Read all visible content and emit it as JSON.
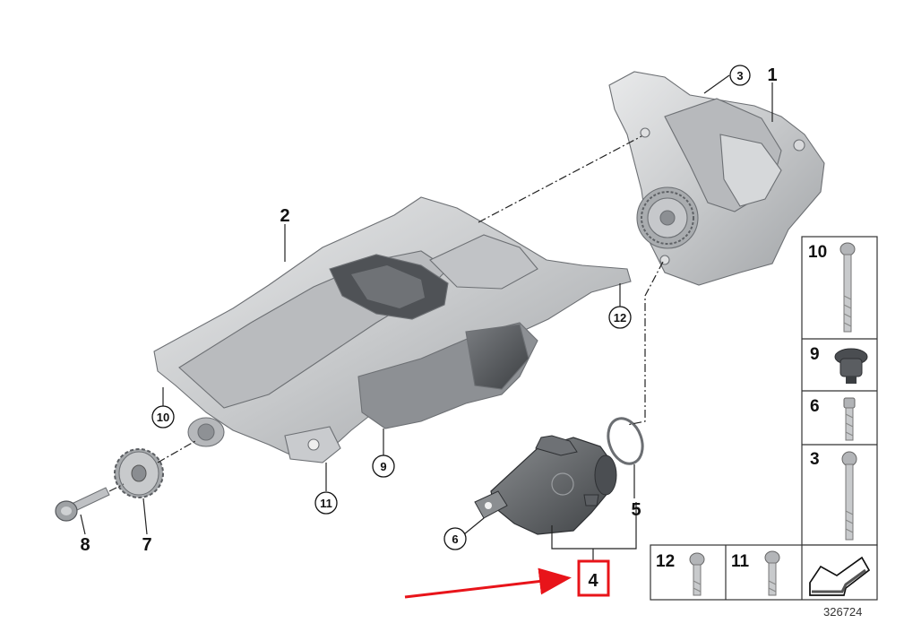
{
  "callouts": {
    "c1": "1",
    "c2": "2",
    "c3": "3",
    "c4": "4",
    "c5": "5",
    "c6": "6",
    "c7": "7",
    "c8": "8",
    "c9": "9",
    "c10": "10",
    "c11": "11",
    "c12": "12"
  },
  "table": {
    "r10": "10",
    "r9": "9",
    "r6": "6",
    "r3": "3",
    "r12": "12",
    "r11": "11"
  },
  "catalog_number": "326724",
  "colors": {
    "highlight": "#e8141a",
    "metal": "#c9cbcd",
    "rubber": "#55585c"
  }
}
